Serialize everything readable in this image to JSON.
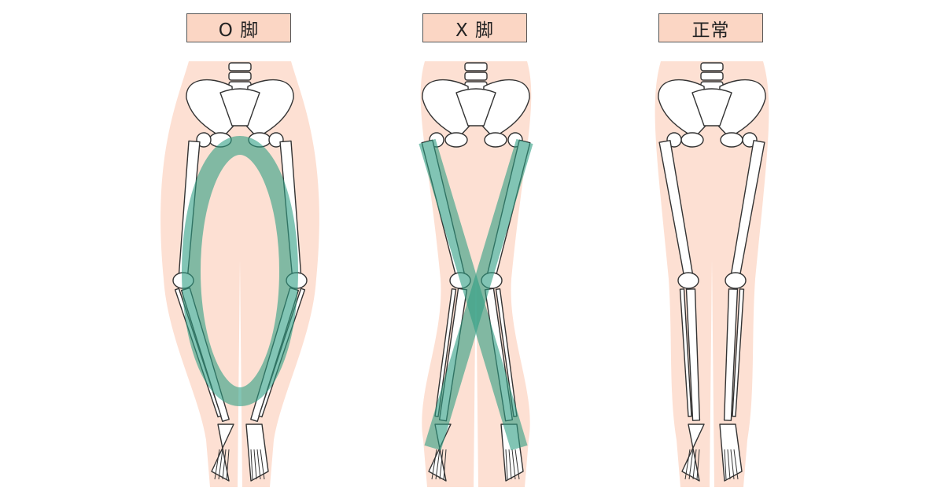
{
  "panels": [
    {
      "label": "O 脚",
      "type": "bow-legs"
    },
    {
      "label": "X 脚",
      "type": "knock-knees"
    },
    {
      "label": "正常",
      "type": "normal"
    }
  ],
  "colors": {
    "skin": "#fde0d3",
    "label_bg": "#fbd6c4",
    "highlight": "#2f9e83",
    "bone_outline": "#333333",
    "bone_fill": "#ffffff"
  }
}
